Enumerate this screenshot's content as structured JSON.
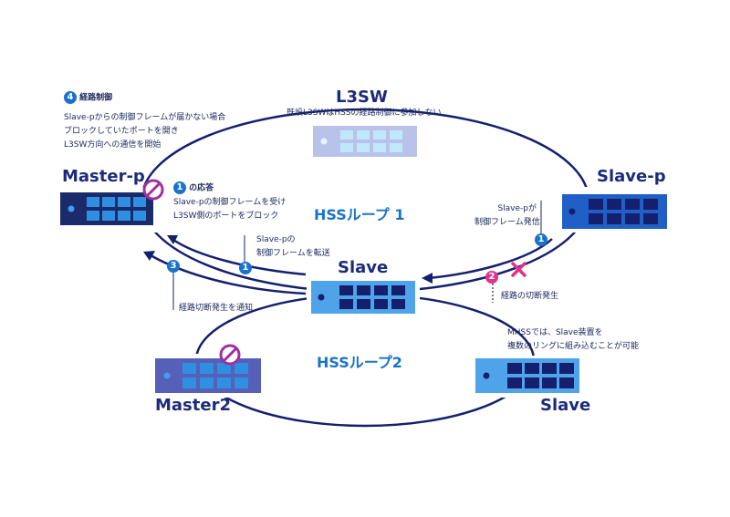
{
  "colors": {
    "line": "#14206e",
    "loop_label": "#1a73c9",
    "badge_blue": "#1a73c9",
    "badge_pink": "#e0338a",
    "block_icon": "#a0309e",
    "dark_switch": "#1b2a6b",
    "blue_switch": "#1f5fc6",
    "light_switch": "#4fa3e8",
    "l3sw_switch": "#b9c3ea",
    "master2_switch": "#5660b8"
  },
  "devices": {
    "l3sw": {
      "name": "L3SW",
      "subtitle": "既設L3SWはHSSの経路制御に参加しない"
    },
    "master_p": {
      "name": "Master-p"
    },
    "slave_p": {
      "name": "Slave-p"
    },
    "slave_center": {
      "name": "Slave"
    },
    "master2": {
      "name": "Master2"
    },
    "slave_bottom": {
      "name": "Slave"
    }
  },
  "loops": {
    "loop1": "HSSループ 1",
    "loop2": "HSSループ2"
  },
  "steps": {
    "step4": {
      "number": "4",
      "title": "経路制御",
      "lines": [
        "Slave-pからの制御フレームが届かない場合",
        "ブロックしていたポートを開き",
        "L3SW方向への通信を開始"
      ]
    },
    "step1_response": {
      "number": "1",
      "title": "の応答",
      "lines": [
        "Slave-pの制御フレームを受け",
        "L3SW側のポートをブロック"
      ]
    },
    "step1_send": {
      "number": "1",
      "lines": [
        "Slave-pが",
        "制御フレーム発信"
      ]
    },
    "step1_forward": {
      "number": "1",
      "lines": [
        "Slave-pの",
        "制御フレームを転送"
      ]
    },
    "step2": {
      "number": "2",
      "text": "経路の切断発生"
    },
    "step3": {
      "number": "3",
      "text": "経路切断発生を通知"
    }
  },
  "mhss_note": {
    "lines": [
      "MHSSでは、Slave装置を",
      "複数のリングに組み込むことが可能"
    ]
  },
  "icons": {
    "block": "prohibited-icon",
    "break": "cross-icon"
  }
}
